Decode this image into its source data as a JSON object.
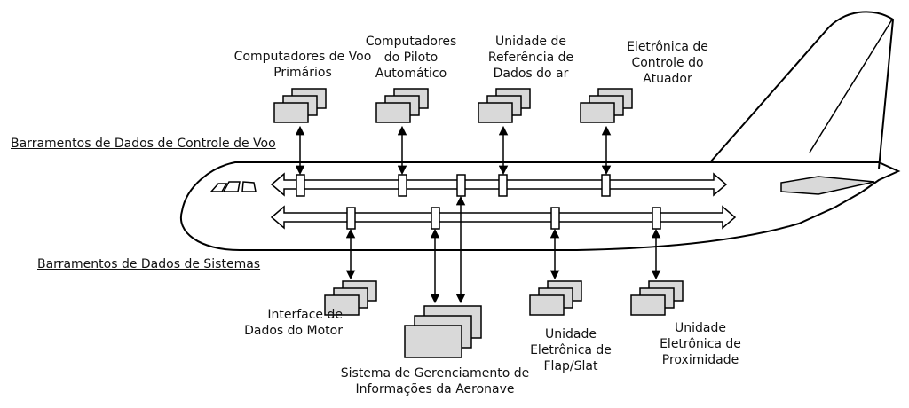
{
  "labels": {
    "primary_flight_computers": "Computadores de Voo\nPrimários",
    "autopilot_computers": "Computadores\ndo Piloto\nAutomático",
    "air_data_unit": "Unidade de\nReferência de\nDados do ar",
    "actuator_control_electronics": "Eletrônica de\nControle do\nAtuador",
    "engine_data_interface": "Interface de\nDados do Motor",
    "aircraft_info_management": "Sistema de Gerenciamento de\nInformações da Aeronave",
    "flap_slat_unit": "Unidade\nEletrônica de\nFlap/Slat",
    "proximity_unit": "Unidade\nEletrônica de\nProximidade"
  },
  "buses": {
    "flight_control": "Barramentos de Dados de Controle de Voo",
    "systems": "Barramentos de Dados de Sistemas"
  },
  "colors": {
    "line": "#000000",
    "box_fill": "#d9d9d9",
    "background": "#ffffff"
  }
}
